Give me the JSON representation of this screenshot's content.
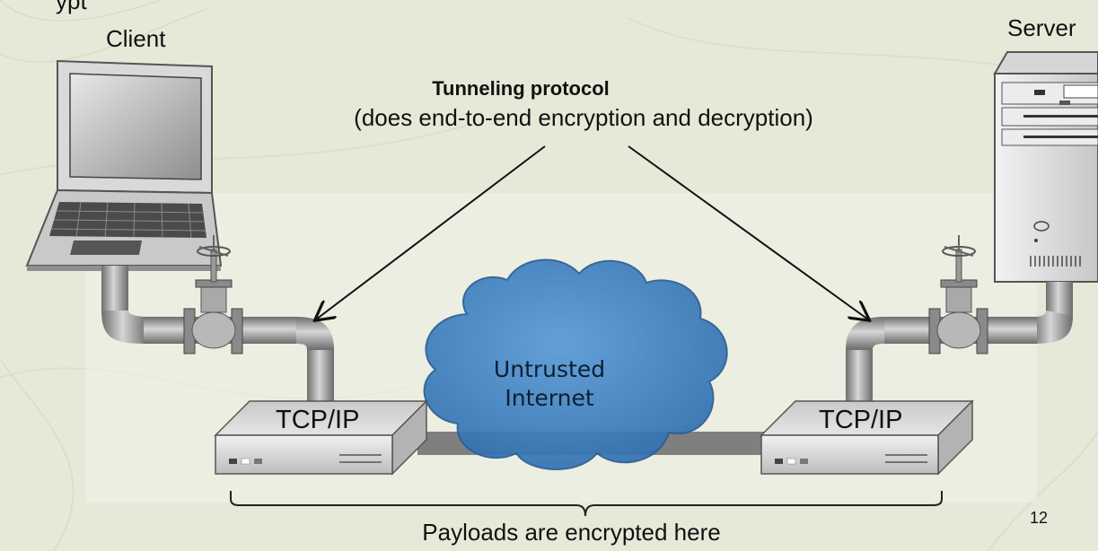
{
  "slide": {
    "title_fragment": "ypt",
    "client_label": "Client",
    "server_label": "Server",
    "tunnel_title": "Tunneling protocol",
    "tunnel_subtitle": "(does end-to-end encryption and decryption)",
    "cloud_label_line1": "Untrusted",
    "cloud_label_line2": "Internet",
    "left_router_label": "TCP/IP",
    "right_router_label": "TCP/IP",
    "payload_caption": "Payloads are encrypted here",
    "page_number": "12"
  },
  "colors": {
    "background": "#e9ebdc",
    "cloud_fill": "#3f7fc0",
    "pipe": "#9a9a9a",
    "router_body": "#d8d8d8",
    "text": "#111111"
  }
}
